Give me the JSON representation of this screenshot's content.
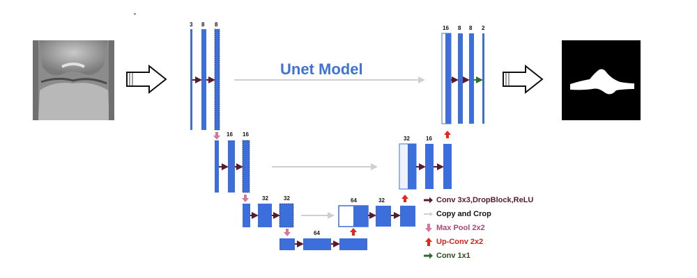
{
  "title": "Unet Model",
  "images": {
    "input": {
      "icon": "knee-xray-image"
    },
    "output": {
      "icon": "segmentation-mask-image"
    }
  },
  "channels": {
    "enc1": [
      "3",
      "8",
      "8"
    ],
    "enc2": [
      "16",
      "16"
    ],
    "enc3": [
      "32",
      "32"
    ],
    "bottleneck": [
      "64"
    ],
    "dec3": [
      "64",
      "32"
    ],
    "dec2": [
      "32",
      "16"
    ],
    "dec1": [
      "16",
      "8",
      "8",
      "2"
    ]
  },
  "legend": [
    {
      "label": "Conv 3x3,DropBlock,ReLU",
      "color": "#5a1a2e",
      "icon": "arrow-right"
    },
    {
      "label": "Copy and Crop",
      "color": "#111111",
      "icon": "arrow-right-light"
    },
    {
      "label": "Max Pool 2x2",
      "color": "#b0457a",
      "icon": "arrow-down"
    },
    {
      "label": "Up-Conv 2x2",
      "color": "#e0201c",
      "icon": "arrow-up"
    },
    {
      "label": "Conv 1x1",
      "color": "#2e4a1e",
      "icon": "arrow-right"
    }
  ],
  "colors": {
    "block": "#3d6fdc",
    "conv_arrow": "#5a1a2e",
    "copy_arrow": "#cfcfcf",
    "pool_arrow": "#d4779f",
    "upconv_arrow": "#e8241b",
    "final_arrow": "#2f6b2a",
    "title": "#3f73d6"
  }
}
